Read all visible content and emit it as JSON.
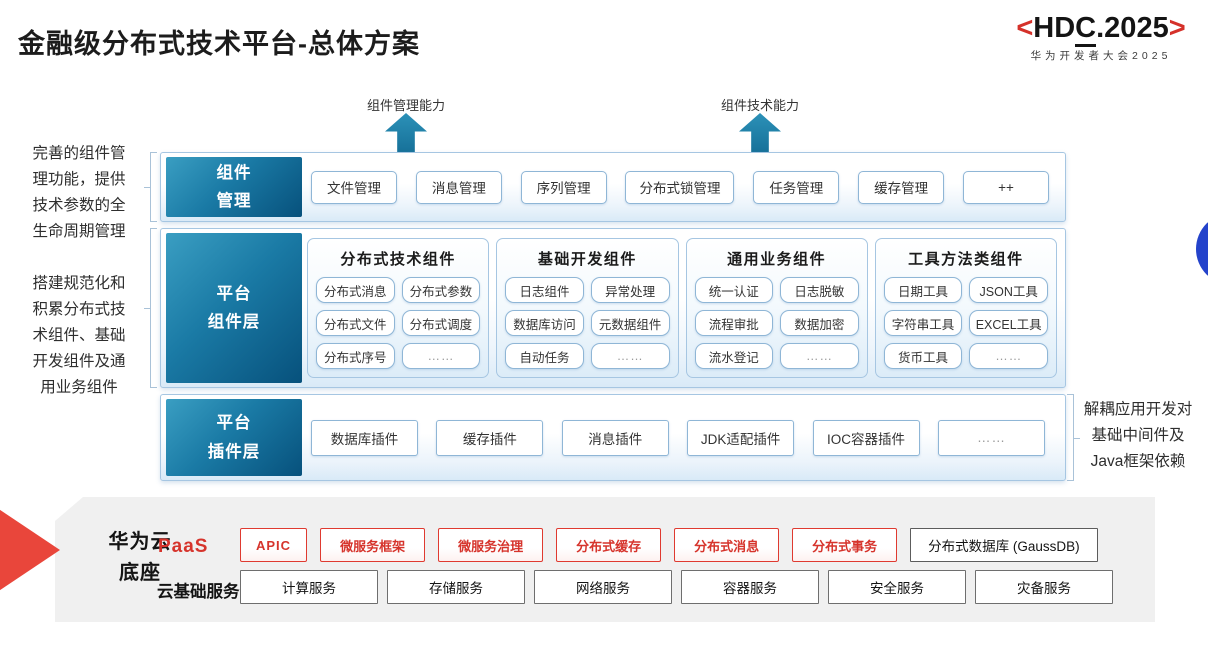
{
  "title": "金融级分布式技术平台-总体方案",
  "logo": {
    "open": "<",
    "hd": "HD",
    "c": "C",
    "year": ".2025",
    "close": ">",
    "subtitle": "华为开发者大会2025"
  },
  "capability_arrows": {
    "left": "组件管理能力",
    "right": "组件技术能力"
  },
  "annotations": {
    "component_management": "完善的组件管\n理功能，提供\n技术参数的全\n生命周期管理",
    "platform_components": "搭建规范化和\n积累分布式技\n术组件、基础\n开发组件及通\n用业务组件",
    "plugin_layer": "解耦应用开发对\n基础中间件及\nJava框架依赖"
  },
  "layers": {
    "management": {
      "label": "组件\n管理",
      "items": [
        "文件管理",
        "消息管理",
        "序列管理",
        "分布式锁管理",
        "任务管理",
        "缓存管理",
        "++"
      ]
    },
    "components": {
      "label": "平台\n组件层",
      "groups": [
        {
          "title": "分布式技术组件",
          "items": [
            "分布式消息",
            "分布式参数",
            "分布式文件",
            "分布式调度",
            "分布式序号",
            "……"
          ]
        },
        {
          "title": "基础开发组件",
          "items": [
            "日志组件",
            "异常处理",
            "数据库访问",
            "元数据组件",
            "自动任务",
            "……"
          ]
        },
        {
          "title": "通用业务组件",
          "items": [
            "统一认证",
            "日志脱敏",
            "流程审批",
            "数据加密",
            "流水登记",
            "……"
          ]
        },
        {
          "title": "工具方法类组件",
          "items": [
            "日期工具",
            "JSON工具",
            "字符串工具",
            "EXCEL工具",
            "货币工具",
            "……"
          ]
        }
      ]
    },
    "plugins": {
      "label": "平台\n插件层",
      "items": [
        "数据库插件",
        "缓存插件",
        "消息插件",
        "JDK适配插件",
        "IOC容器插件",
        "……"
      ]
    }
  },
  "foundation": {
    "label": "华为云\n底座",
    "paas": {
      "label": "PaaS",
      "items": [
        "APIC",
        "微服务框架",
        "微服务治理",
        "分布式缓存",
        "分布式消息",
        "分布式事务"
      ],
      "neutral_item": "分布式数据库 (GaussDB)"
    },
    "cloud_base": {
      "label": "云基础服务",
      "items": [
        "计算服务",
        "存储服务",
        "网络服务",
        "容器服务",
        "安全服务",
        "灾备服务"
      ]
    }
  },
  "colors": {
    "layer_teal_dark": "#07517c",
    "layer_teal_light": "#3a9ec2",
    "arrow_teal": "#1b7da4",
    "brand_red": "#d6342c",
    "blue_dot": "#2443cb",
    "foundation_gray": "#f0f0f0"
  }
}
